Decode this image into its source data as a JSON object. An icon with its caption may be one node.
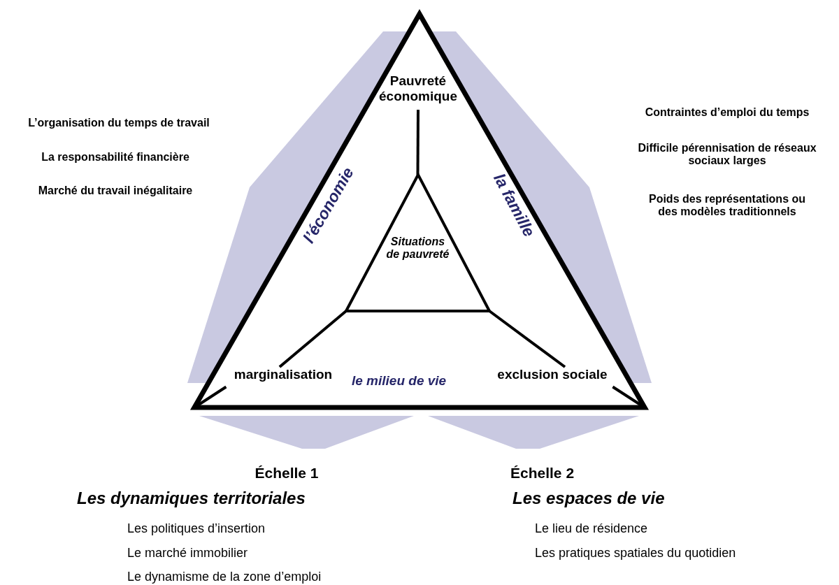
{
  "diagram": {
    "nodes": [
      {
        "text": [],
        "shape": "triangle"
      },
      {
        "text": [
          "Pauvreté économique"
        ],
        "in": 0
      },
      {
        "text": [
          "Situations de pauvreté"
        ],
        "in": 0
      },
      {
        "text": [
          "marginalisation"
        ],
        "in": 0
      },
      {
        "text": [
          "exclusion sociale"
        ],
        "in": 0
      }
    ],
    "edges": [
      {
        "from": 1,
        "to": 2,
        "arrow": "none"
      },
      {
        "from": 2,
        "to": 3,
        "arrow": "none"
      },
      {
        "from": 2,
        "to": 4,
        "arrow": "none"
      },
      {
        "from": 3,
        "to": 0,
        "arrow": "none"
      },
      {
        "from": 4,
        "to": 0,
        "arrow": "none"
      }
    ],
    "labels": [
      "l’économie",
      "la famille",
      "le milieu de vie",
      "L’organisation du temps de travail",
      "La responsabilité financière",
      "Marché du travail inégalitaire",
      "Contraintes d’emploi du temps",
      "Difficile pérennisation de réseaux sociaux larges",
      "Poids des représentations ou des modèles traditionnels",
      "Échelle 1",
      "Les dynamiques territoriales",
      "Les politiques d’insertion",
      "Le marché immobilier",
      "Le dynamisme de la zone d’emploi",
      "Échelle 2",
      "Les espaces de vie",
      "Le lieu de résidence",
      "Les pratiques spatiales du quotidien"
    ]
  }
}
